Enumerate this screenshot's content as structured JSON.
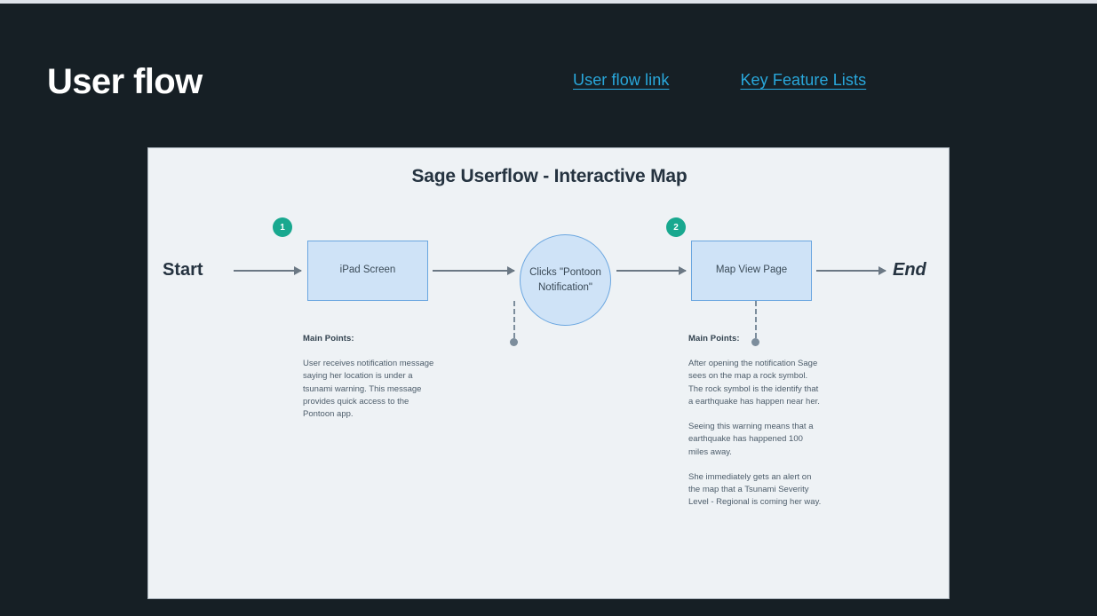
{
  "page": {
    "title": "User flow",
    "background_color": "#161f25",
    "accent_link_color": "#29a8dc"
  },
  "nav": {
    "links": [
      {
        "label": "User flow link"
      },
      {
        "label": "Key Feature Lists"
      }
    ]
  },
  "canvas": {
    "title": "Sage Userflow - Interactive Map",
    "background_color": "#eef2f5"
  },
  "flow": {
    "start_label": "Start",
    "end_label": "End",
    "node_fill_color": "#cfe3f7",
    "node_border_color": "#6aa6e0",
    "badge_color": "#18a88f",
    "nodes": [
      {
        "id": "ipad",
        "label": "iPad Screen",
        "shape": "rect",
        "step": "1"
      },
      {
        "id": "click",
        "label": "Clicks \"Pontoon Notification\"",
        "shape": "circle",
        "step": ""
      },
      {
        "id": "mapview",
        "label": "Map View Page",
        "shape": "rect",
        "step": "2"
      }
    ],
    "badges": [
      {
        "number": "1"
      },
      {
        "number": "2"
      }
    ]
  },
  "annotations": {
    "left": {
      "heading": "Main Points:",
      "paragraphs": [
        "User receives notification message saying her location is under a tsunami warning. This message provides quick access to the Pontoon app."
      ]
    },
    "right": {
      "heading": "Main Points:",
      "paragraphs": [
        "After opening the notification Sage sees on the map a rock symbol. The rock symbol is the identify that a earthquake has happen near her.",
        "Seeing this warning means that a earthquake has happened 100 miles away.",
        "She immediately gets an alert on the map that a Tsunami Severity Level - Regional is coming her way."
      ]
    }
  }
}
